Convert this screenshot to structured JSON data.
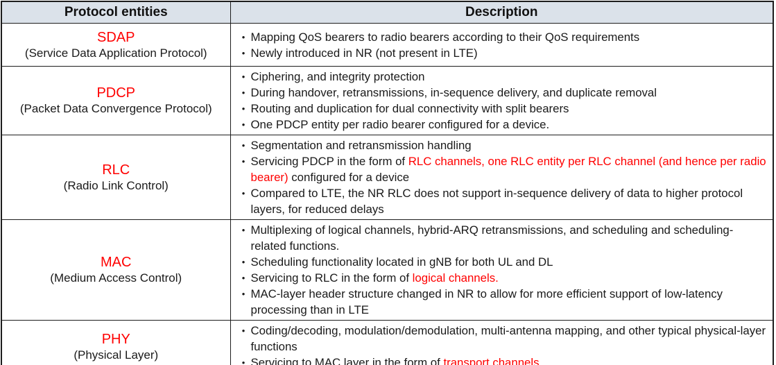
{
  "colors": {
    "accent_red": "#ff0000",
    "header_bg": "#dbe2ea",
    "border": "#1c1c1c",
    "text": "#1a1a1a"
  },
  "bullet_char": "•",
  "table": {
    "headers": [
      "Protocol entities",
      "Description"
    ],
    "rows": [
      {
        "entity": "SDAP",
        "entity_full": "(Service Data Application Protocol)",
        "bullets": [
          [
            {
              "text": "Mapping QoS bearers to radio bearers according to their QoS requirements",
              "color": "default"
            }
          ],
          [
            {
              "text": "Newly introduced in NR (not present in LTE)",
              "color": "default"
            }
          ]
        ]
      },
      {
        "entity": "PDCP",
        "entity_full": "(Packet Data Convergence Protocol)",
        "bullets": [
          [
            {
              "text": "Ciphering, and integrity protection",
              "color": "default"
            }
          ],
          [
            {
              "text": "During handover, retransmissions, in-sequence delivery, and duplicate removal",
              "color": "default"
            }
          ],
          [
            {
              "text": "Routing and duplication for dual connectivity with split bearers",
              "color": "default"
            }
          ],
          [
            {
              "text": "One PDCP entity per radio bearer configured for a device.",
              "color": "default"
            }
          ]
        ]
      },
      {
        "entity": "RLC",
        "entity_full": "(Radio Link Control)",
        "bullets": [
          [
            {
              "text": "Segmentation and retransmission handling",
              "color": "default"
            }
          ],
          [
            {
              "text": "Servicing PDCP in the form of ",
              "color": "default"
            },
            {
              "text": "RLC channels, one RLC entity per RLC channel (and hence per radio bearer)",
              "color": "red"
            },
            {
              "text": " configured for a device",
              "color": "default"
            }
          ],
          [
            {
              "text": "Compared to LTE, the NR RLC does not support in-sequence delivery of data to higher protocol layers, for reduced delays",
              "color": "default"
            }
          ]
        ]
      },
      {
        "entity": "MAC",
        "entity_full": "(Medium Access Control)",
        "bullets": [
          [
            {
              "text": "Multiplexing of logical channels, hybrid-ARQ retransmissions, and scheduling and scheduling-related functions.",
              "color": "default"
            }
          ],
          [
            {
              "text": "Scheduling functionality located in gNB for both UL and DL",
              "color": "default"
            }
          ],
          [
            {
              "text": "Servicing to RLC in the form of ",
              "color": "default"
            },
            {
              "text": "logical channels.",
              "color": "red"
            }
          ],
          [
            {
              "text": "MAC-layer header structure changed in NR to allow for more efficient support of low-latency processing than in LTE",
              "color": "default"
            }
          ]
        ]
      },
      {
        "entity": "PHY",
        "entity_full": "(Physical Layer)",
        "bullets": [
          [
            {
              "text": "Coding/decoding, modulation/demodulation, multi-antenna mapping, and other typical physical-layer functions",
              "color": "default"
            }
          ],
          [
            {
              "text": "Servicing to MAC layer in the form of ",
              "color": "default"
            },
            {
              "text": "transport channels",
              "color": "red"
            }
          ]
        ]
      }
    ]
  }
}
